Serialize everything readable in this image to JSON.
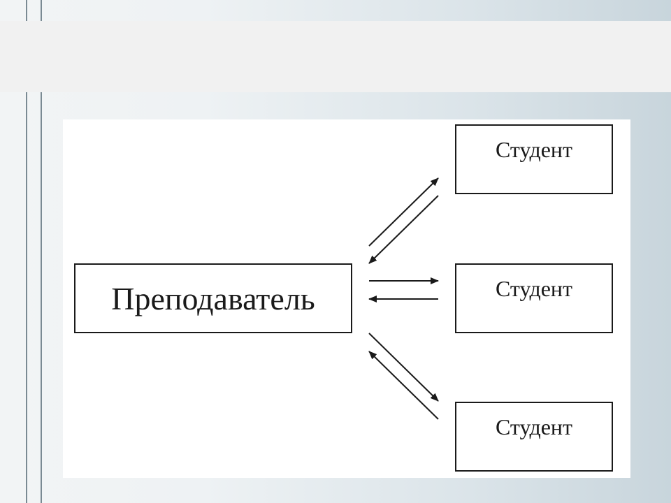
{
  "diagram": {
    "teacher": {
      "label": "Преподаватель"
    },
    "students": [
      {
        "label": "Студент"
      },
      {
        "label": "Студент"
      },
      {
        "label": "Студент"
      }
    ],
    "connections": [
      {
        "from": "teacher",
        "to": "student-1",
        "bidirectional": true
      },
      {
        "from": "teacher",
        "to": "student-2",
        "bidirectional": true
      },
      {
        "from": "teacher",
        "to": "student-3",
        "bidirectional": true
      }
    ]
  },
  "colors": {
    "line": "#1a1a1a",
    "canvas": "#ffffff",
    "title_band": "#f1f1f1"
  }
}
